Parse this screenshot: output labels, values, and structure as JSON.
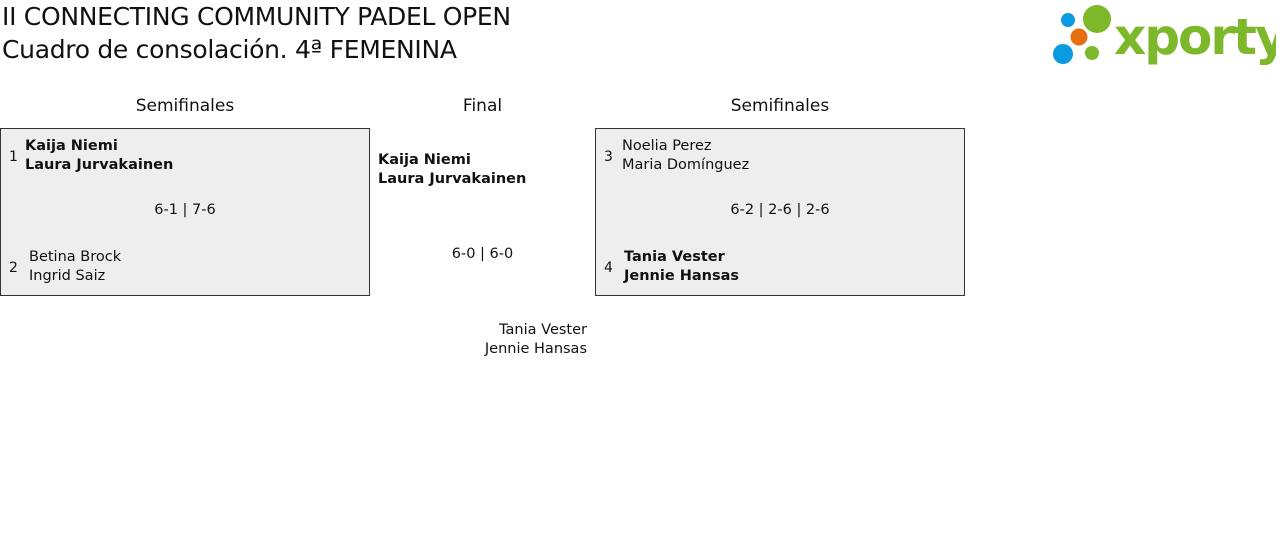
{
  "header": {
    "title": "II CONNECTING COMMUNITY PADEL OPEN",
    "subtitle": "Cuadro de consolación. 4ª FEMENINA",
    "logo_text": "xporty"
  },
  "rounds": {
    "left": "Semifinales",
    "final": "Final",
    "right": "Semifinales"
  },
  "semi1": {
    "team1": {
      "seed": "1",
      "p1": "Kaija Niemi",
      "p2": "Laura Jurvakainen"
    },
    "team2": {
      "seed": "2",
      "p1": "Betina Brock",
      "p2": "Ingrid Saiz"
    },
    "score": "6-1 | 7-6"
  },
  "semi2": {
    "team1": {
      "seed": "3",
      "p1": "Noelia Perez",
      "p2": "Maria Domínguez"
    },
    "team2": {
      "seed": "4",
      "p1": "Tania Vester",
      "p2": "Jennie Hansas"
    },
    "score": "6-2 | 2-6 | 2-6"
  },
  "final": {
    "team1": {
      "p1": "Kaija Niemi",
      "p2": "Laura Jurvakainen"
    },
    "team2": {
      "p1": "Tania Vester",
      "p2": "Jennie Hansas"
    },
    "score": "6-0 | 6-0"
  },
  "colors": {
    "green": "#7cb82a",
    "blue": "#0a9be0",
    "orange": "#e5700f"
  }
}
